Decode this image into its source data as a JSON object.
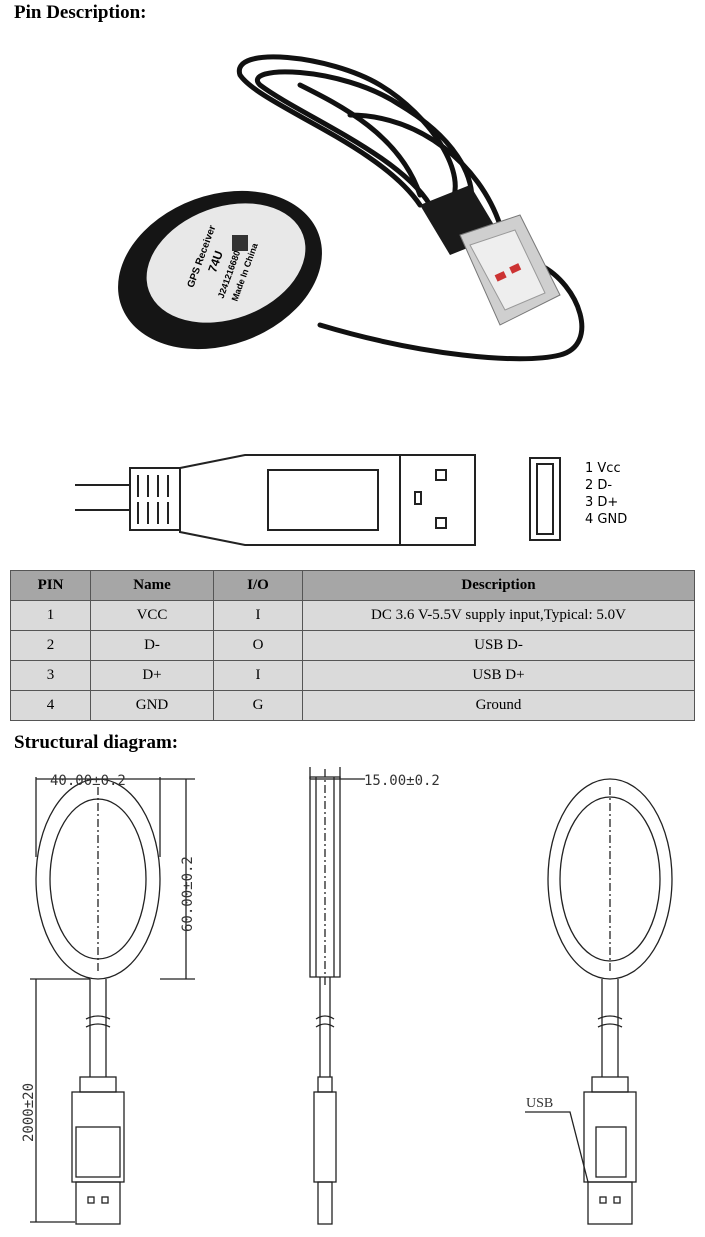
{
  "pin_section": {
    "title": "Pin Description:"
  },
  "product_label": {
    "line1": "GPS Receiver",
    "line2": "74U",
    "line3": "J241216680605",
    "line4": "Made In China"
  },
  "connector_pins": [
    "1 Vcc",
    "2 D-",
    "3 D+",
    "4 GND"
  ],
  "pin_table": {
    "headers": [
      "PIN",
      "Name",
      "I/O",
      "Description"
    ],
    "rows": [
      [
        "1",
        "VCC",
        "I",
        "DC 3.6 V-5.5V supply input,Typical: 5.0V"
      ],
      [
        "2",
        "D-",
        "O",
        "USB D-"
      ],
      [
        "3",
        "D+",
        "I",
        "USB D+"
      ],
      [
        "4",
        "GND",
        "G",
        "Ground"
      ]
    ]
  },
  "structural": {
    "title": "Structural diagram:",
    "width_dim": "40.00±0.2",
    "height_dim": "60.00±0.2",
    "thickness_dim": "15.00±0.2",
    "cable_dim": "2000±20",
    "usb_label": "USB"
  }
}
